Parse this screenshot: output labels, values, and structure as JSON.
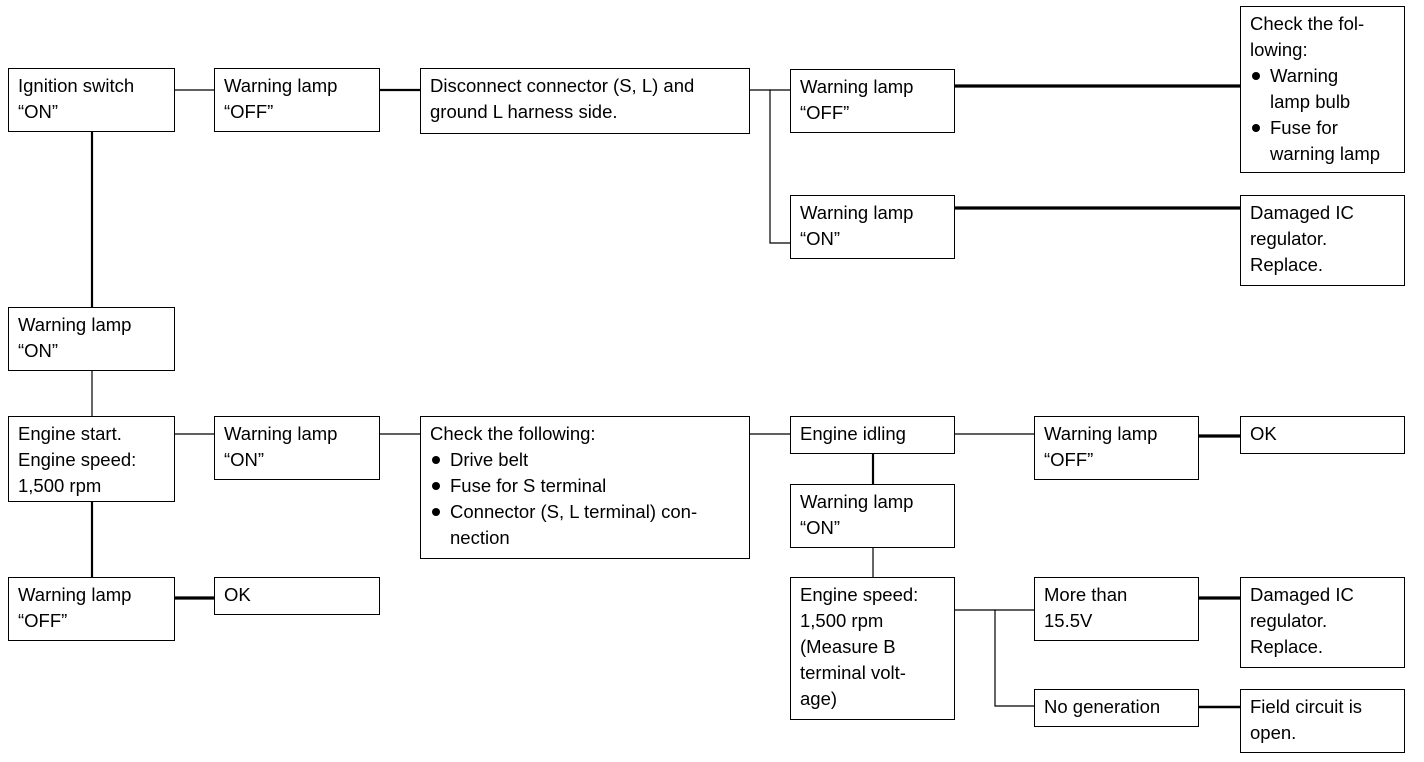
{
  "boxes": {
    "ign_switch": [
      "Ignition switch",
      "“ON”"
    ],
    "wl_off_1": [
      "Warning lamp",
      "“OFF”"
    ],
    "disconnect": [
      "Disconnect connector (S, L) and",
      "ground L harness side."
    ],
    "wl_off_2": [
      "Warning lamp",
      "“OFF”"
    ],
    "check_bulb": {
      "lines": [
        "Check the fol-",
        "lowing:"
      ],
      "items": [
        [
          "Warning",
          "lamp bulb"
        ],
        [
          "Fuse for",
          "warning lamp"
        ]
      ]
    },
    "wl_on_1": [
      "Warning lamp",
      "“ON”"
    ],
    "damaged_ic_1": [
      "Damaged IC",
      "regulator.",
      "Replace."
    ],
    "wl_on_2": [
      "Warning lamp",
      "“ON”"
    ],
    "engine_start": [
      "Engine start.",
      "Engine speed:",
      "1,500 rpm"
    ],
    "wl_on_3": [
      "Warning lamp",
      "“ON”"
    ],
    "check_following": {
      "lines": [
        "Check the following:"
      ],
      "items": [
        [
          "Drive belt"
        ],
        [
          "Fuse for S terminal"
        ],
        [
          "Connector (S, L terminal) con-",
          "nection"
        ]
      ]
    },
    "engine_idling": [
      "Engine idling"
    ],
    "wl_off_3": [
      "Warning lamp",
      "“OFF”"
    ],
    "ok_1": [
      "OK"
    ],
    "wl_on_4": [
      "Warning lamp",
      "“ON”"
    ],
    "engine_speed": [
      "Engine speed:",
      "1,500 rpm",
      "(Measure B",
      "terminal volt-",
      "age)"
    ],
    "more_than": [
      "More than",
      "15.5V"
    ],
    "damaged_ic_2": [
      "Damaged IC",
      "regulator.",
      "Replace."
    ],
    "no_generation": [
      "No generation"
    ],
    "field_circuit": [
      "Field circuit is",
      "open."
    ],
    "wl_off_4": [
      "Warning lamp",
      "“OFF”"
    ],
    "ok_2": [
      "OK"
    ]
  }
}
